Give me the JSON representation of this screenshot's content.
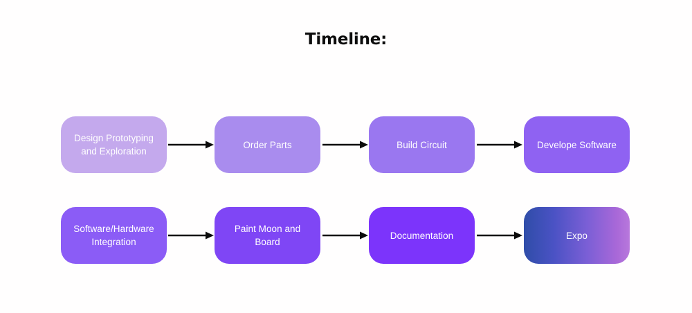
{
  "page": {
    "title": "Timeline:",
    "background": "#fffefe",
    "text_color": "#ffffff",
    "arrow_color": "#0b0b0b",
    "title_color": "#0d0d0d"
  },
  "rows": [
    {
      "name": "row-1",
      "nodes": [
        {
          "label": "Design Prototyping\nand Exploration",
          "color": "#c4a9ed"
        },
        {
          "label": "Order Parts",
          "color": "#a98cee"
        },
        {
          "label": "Build Circuit",
          "color": "#9a77f0"
        },
        {
          "label": "Develope Software",
          "color": "#8f62f2"
        }
      ],
      "arrows": [
        "arrow-right",
        "arrow-right",
        "arrow-right"
      ]
    },
    {
      "name": "row-2",
      "nodes": [
        {
          "label": "Software/Hardware\nIntegration",
          "color": "#8b5cf6"
        },
        {
          "label": "Paint Moon and Board",
          "color": "#7f46f5"
        },
        {
          "label": "Documentation",
          "color": "#7c34fb"
        },
        {
          "label": "Expo",
          "color": "linear-gradient(90deg, #2f4da8 0%, #4a52c4 28%, #7b5fd6 60%, #a968d8 88%, #b878dc 100%)"
        }
      ],
      "arrows": [
        "arrow-right",
        "arrow-right",
        "arrow-right"
      ]
    }
  ]
}
